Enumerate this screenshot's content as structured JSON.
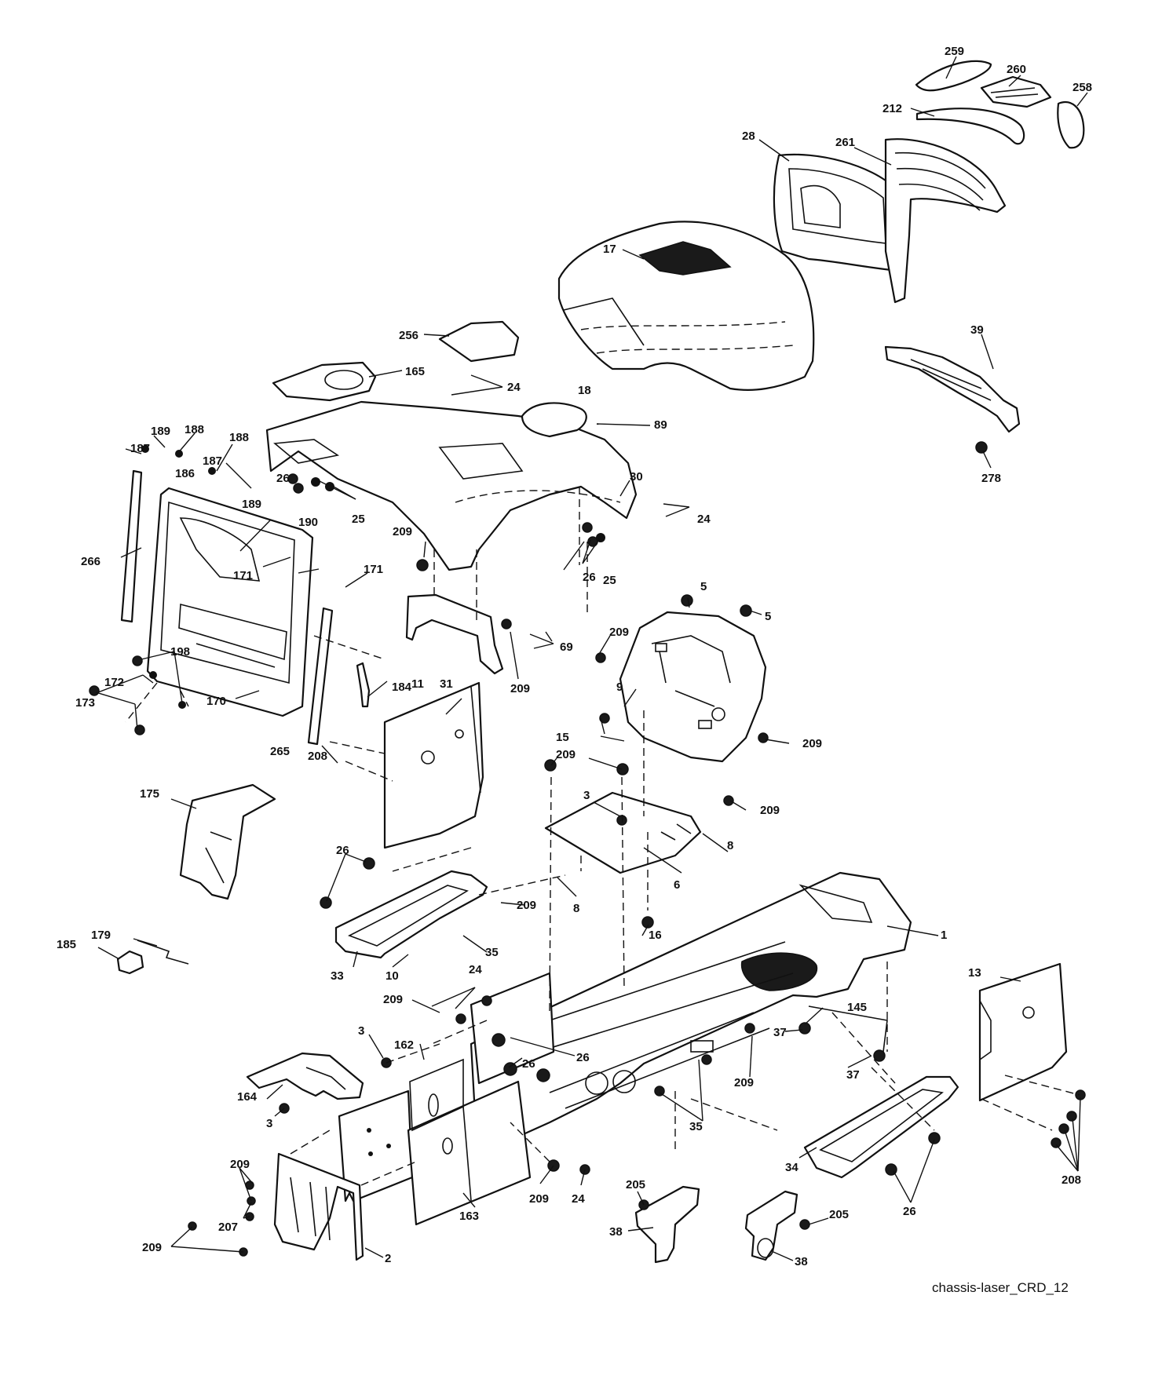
{
  "caption": "chassis-laser_CRD_12",
  "callouts": {
    "c259": "259",
    "c260": "260",
    "c258": "258",
    "c212": "212",
    "c28": "28",
    "c261": "261",
    "c17": "17",
    "c256": "256",
    "c165": "165",
    "c24a": "24",
    "c18": "18",
    "c89": "89",
    "c39": "39",
    "c278": "278",
    "c189a": "189",
    "c188a": "188",
    "c187a": "187",
    "c188b": "188",
    "c187b": "187",
    "c186": "186",
    "c189b": "189",
    "c26a": "26",
    "c25a": "25",
    "c30": "30",
    "c24b": "24",
    "c190": "190",
    "c266": "266",
    "c171a": "171",
    "c171b": "171",
    "c209a": "209",
    "c26b": "26",
    "c25b": "25",
    "c5a": "5",
    "c5b": "5",
    "c69": "69",
    "c209b": "209",
    "c198": "198",
    "c172": "172",
    "c173": "173",
    "c170": "170",
    "c184": "184",
    "c31": "31",
    "c209c": "209",
    "c9": "9",
    "c265": "265",
    "c11": "11",
    "c15": "15",
    "c208a": "208",
    "c209d": "209",
    "c209e": "209",
    "c175": "175",
    "c3a": "3",
    "c209f": "209",
    "c26c": "26",
    "c8a": "8",
    "c6": "6",
    "c8b": "8",
    "c209g": "209",
    "c179": "179",
    "c185": "185",
    "c35a": "35",
    "c16": "16",
    "c1": "1",
    "c33": "33",
    "c10": "10",
    "c24c": "24",
    "c209h": "209",
    "c3b": "3",
    "c162": "162",
    "c26d": "26",
    "c26e": "26",
    "c145": "145",
    "c37a": "37",
    "c13": "13",
    "c209i": "209",
    "c37b": "37",
    "c164": "164",
    "c3c": "3",
    "c35b": "35",
    "c34": "34",
    "c208b": "208",
    "c209j": "209",
    "c207": "207",
    "c209k": "209",
    "c24d": "24",
    "c205a": "205",
    "c163": "163",
    "c26f": "26",
    "c38a": "38",
    "c205b": "205",
    "c209l": "209",
    "c2": "2",
    "c38b": "38"
  }
}
